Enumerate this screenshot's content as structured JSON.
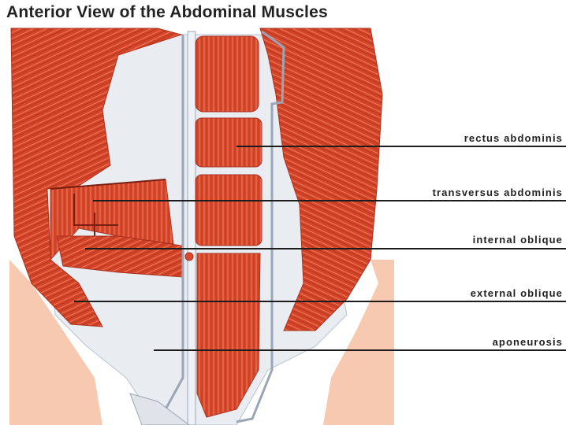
{
  "title": "Anterior View of the Abdominal Muscles",
  "labels": [
    {
      "id": "rectus",
      "text": "rectus abdominis"
    },
    {
      "id": "transversus",
      "text": "transversus abdominis"
    },
    {
      "id": "internal",
      "text": "internal oblique"
    },
    {
      "id": "external",
      "text": "external oblique"
    },
    {
      "id": "aponeurosis",
      "text": "aponeurosis"
    }
  ],
  "colors": {
    "muscle": "#d9492c",
    "muscle_dark": "#a93220",
    "fascia": "#e9ecf1",
    "skin": "#f6c9b0",
    "line": "#1c1c1c"
  }
}
